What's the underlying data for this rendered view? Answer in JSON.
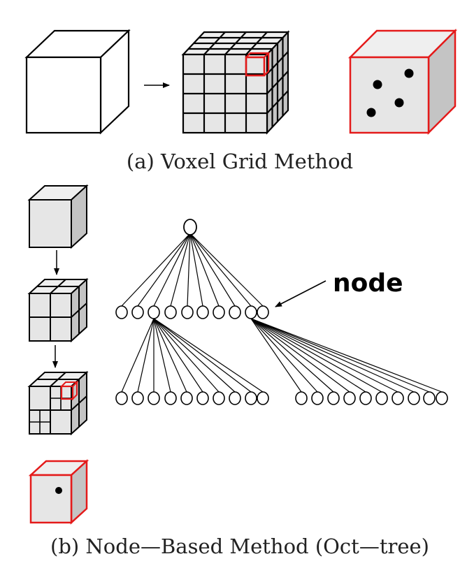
{
  "captions": {
    "voxel_grid": "(a) Voxel Grid Method",
    "node_based": "(b) Node—Based Method (Oct—tree)"
  },
  "labels": {
    "node": "node"
  },
  "colors": {
    "outline": "#000000",
    "cube_fill": "#e6e6e6",
    "cube_side": "#c4c4c4",
    "cube_top": "#efefef",
    "highlight": "#e41a1a",
    "point": "#000000"
  }
}
